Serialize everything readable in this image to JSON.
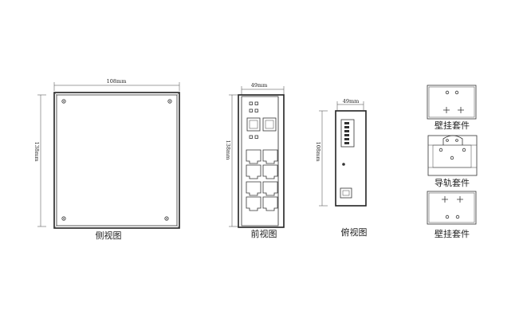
{
  "side_view": {
    "width_label": "108mm",
    "height_label": "138mm",
    "caption": "侧视图"
  },
  "front_view": {
    "width_label": "49mm",
    "height_label": "138mm",
    "caption": "前视图"
  },
  "top_view": {
    "width_label": "49mm",
    "height_label": "108mm",
    "caption": "俯视图"
  },
  "kits": {
    "wall_mount_top": "壁挂套件",
    "din_rail": "导轨套件",
    "wall_mount_bottom": "壁挂套件"
  }
}
